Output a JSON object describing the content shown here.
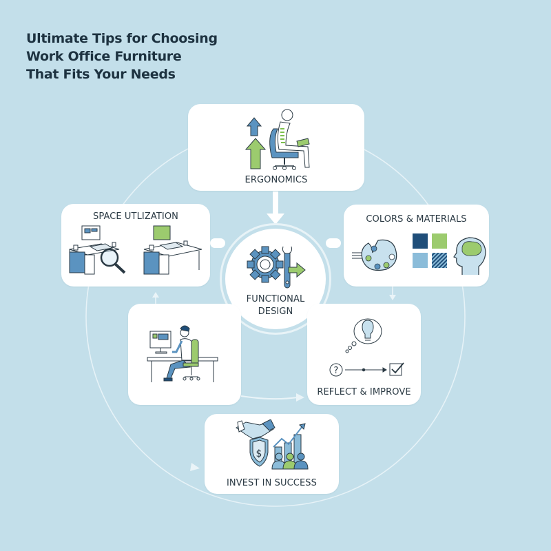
{
  "title": {
    "line1": "Ultimate Tips for Choosing",
    "line2": "Work Office Furniture",
    "line3": "That Fits Your Needs"
  },
  "center": {
    "line1": "FUNCTIONAL",
    "line2": "DESIGN",
    "icon": "gear-wrench-arrow-icon"
  },
  "cards": {
    "ergonomics": {
      "label": "ERGONOMICS",
      "icon": "ergonomic-chair-posture-icon"
    },
    "space": {
      "label": "SPACE UTLIZATION",
      "icon": "desks-magnifier-icon"
    },
    "colors": {
      "label": "COLORS & MATERIALS",
      "icon": "palette-swatches-brain-icon"
    },
    "workstation": {
      "label": "",
      "icon": "person-at-desk-icon"
    },
    "reflect": {
      "label": "REFLECT & IMPROVE",
      "icon": "lightbulb-question-check-icon"
    },
    "invest": {
      "label": "INVEST IN SUCCESS",
      "icon": "handshake-shield-growth-icon"
    }
  },
  "colors": {
    "background": "#c3dfea",
    "card": "#ffffff",
    "text": "#1d3240",
    "blue": "#5b93c0",
    "navy": "#1f4e79",
    "green": "#9ccb6e",
    "light_blue": "#8bbcd9"
  }
}
